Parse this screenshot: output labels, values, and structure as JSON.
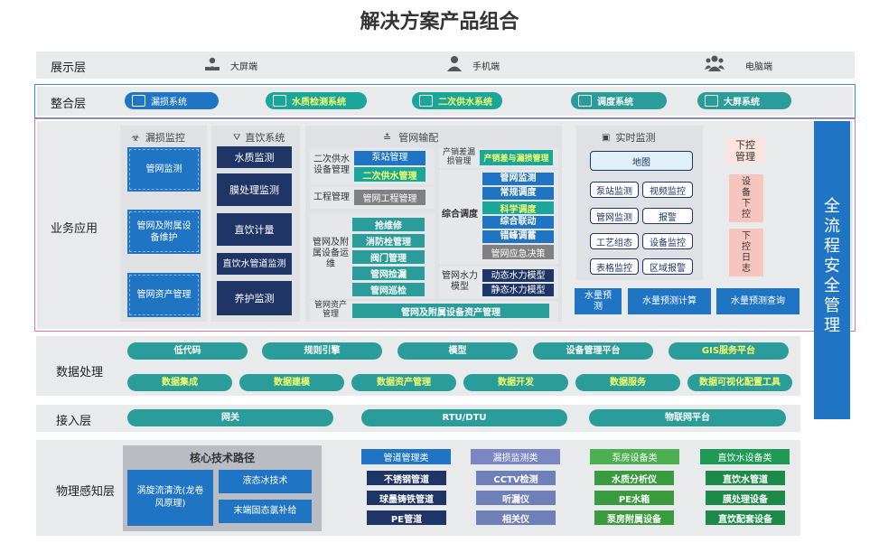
{
  "title": "解决方案产品组合",
  "display_layer": {
    "label": "展示层",
    "items": [
      "大屏端",
      "手机端",
      "电脑端"
    ]
  },
  "integration_layer": {
    "label": "整合层",
    "items": [
      "漏损系统",
      "水质检测系统",
      "二次供水系统",
      "调度系统",
      "大屏系统"
    ]
  },
  "business_layer": {
    "label": "业务应用",
    "leak": {
      "header": "漏损监控",
      "items": [
        "管网监测",
        "管网及附属设备维护",
        "管网资产管理"
      ]
    },
    "drink": {
      "header": "直饮系统",
      "items": [
        "水质监测",
        "膜处理监测",
        "直饮计量",
        "直饮水管道监测",
        "养护监测"
      ]
    },
    "pipe": {
      "header": "管网输配",
      "secondary": {
        "label": "二次供水设备管理",
        "items": [
          "泵站管理",
          "二次供水管理"
        ]
      },
      "project": {
        "label": "工程管理",
        "item": "管网工程管理"
      },
      "facility": {
        "label": "管网及附属设备运维",
        "items": [
          "抢维修",
          "消防栓管理",
          "阀门管理",
          "管网捡漏",
          "管网巡检"
        ]
      },
      "asset": {
        "label": "管网资产管理",
        "item": "管网及附属设备资产管理"
      },
      "production": {
        "label": "产销差漏损管理",
        "item": "产销差与漏损管理"
      },
      "dispatch": {
        "label": "综合调度",
        "items": [
          "管网监测",
          "常规调度",
          "科学调度",
          "综合联动",
          "错峰调蓄",
          "管网应急决策"
        ]
      },
      "hydraulic": {
        "label": "管网水力模型",
        "items": [
          "动态水力模型",
          "静态水力模型"
        ]
      }
    },
    "realtime": {
      "header": "实时监测",
      "map": "地图",
      "items": [
        "泵站监测",
        "视频监控",
        "管网监测",
        "报警",
        "工艺组态",
        "设备监控",
        "表格监控",
        "区域报警"
      ]
    },
    "forecast": {
      "label": "水量预测",
      "items": [
        "水量预测计算",
        "水量预测查询"
      ]
    },
    "control": {
      "header": "下控管理",
      "items": [
        "设备下控",
        "下控日志"
      ]
    }
  },
  "safety": "全流程安全管理",
  "data_layer": {
    "label": "数据处理",
    "row1": [
      "低代码",
      "规则引擎",
      "模型",
      "设备管理平台",
      "GIS服务平台"
    ],
    "row2": [
      "数据集成",
      "数据建模",
      "数据资产管理",
      "数据开发",
      "数据服务",
      "数据可视化配置工具"
    ]
  },
  "access_layer": {
    "label": "接入层",
    "items": [
      "网关",
      "RTU/DTU",
      "物联网平台"
    ]
  },
  "physical_layer": {
    "label": "物理感知层",
    "core": {
      "header": "核心技术路径",
      "left": "涡旋流清洗(龙卷风原理)",
      "right": [
        "液态冰技术",
        "末端固态氯补给"
      ]
    },
    "groups": [
      {
        "header": "管道管理类",
        "items": [
          "不锈钢管道",
          "球墨铸铁管道",
          "PE管道"
        ]
      },
      {
        "header": "漏损监测类",
        "items": [
          "CCTV检测",
          "听漏仪",
          "相关仪"
        ]
      },
      {
        "header": "泵房设备类",
        "items": [
          "水质分析仪",
          "PE水箱",
          "泵房附属设备"
        ]
      },
      {
        "header": "直饮水设备类",
        "items": [
          "直饮水管道",
          "膜处理设备",
          "直饮配套设备"
        ]
      }
    ]
  },
  "colors": {
    "teal": "#2a9d9a",
    "navy": "#1f3566",
    "blue": "#1f74c4",
    "green": "#1aa69a",
    "pink": "#f6c6be",
    "highlight": "#f6ff6b",
    "safety_blue": "#1f74c4"
  }
}
